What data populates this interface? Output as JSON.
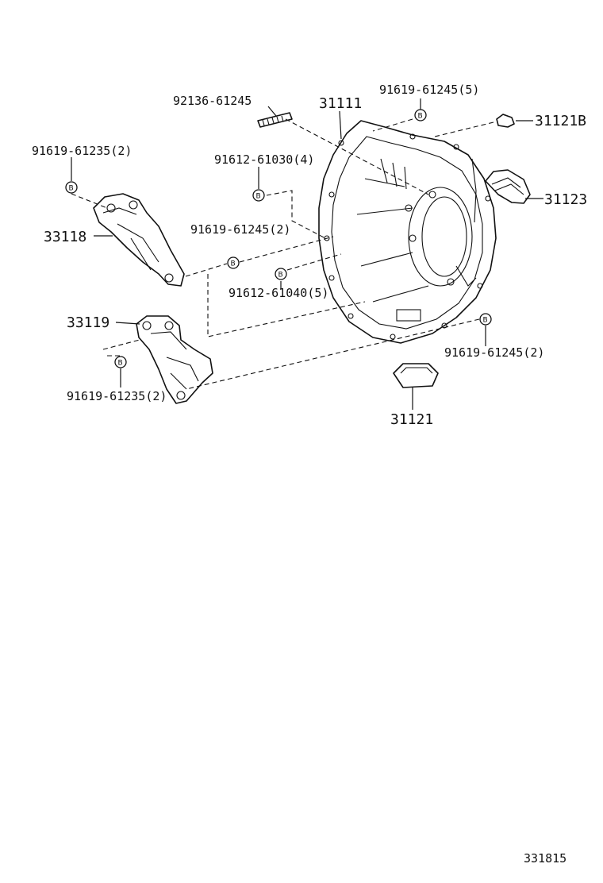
{
  "labels": {
    "p92136_61245": "92136-61245",
    "p31111": "31111",
    "p91619_61245_5": "91619-61245(5)",
    "p31121B": "31121B",
    "p91619_61235_2_top": "91619-61235(2)",
    "p91612_61030_4": "91612-61030(4)",
    "p31123": "31123",
    "p33118": "33118",
    "p91619_61245_2_mid": "91619-61245(2)",
    "p91612_61040_5": "91612-61040(5)",
    "p33119": "33119",
    "p91619_61245_2_right": "91619-61245(2)",
    "p91619_61235_2_bottom": "91619-61235(2)",
    "p31121": "31121"
  },
  "bolt_symbol_letter": "B",
  "diagram_id": "331815"
}
